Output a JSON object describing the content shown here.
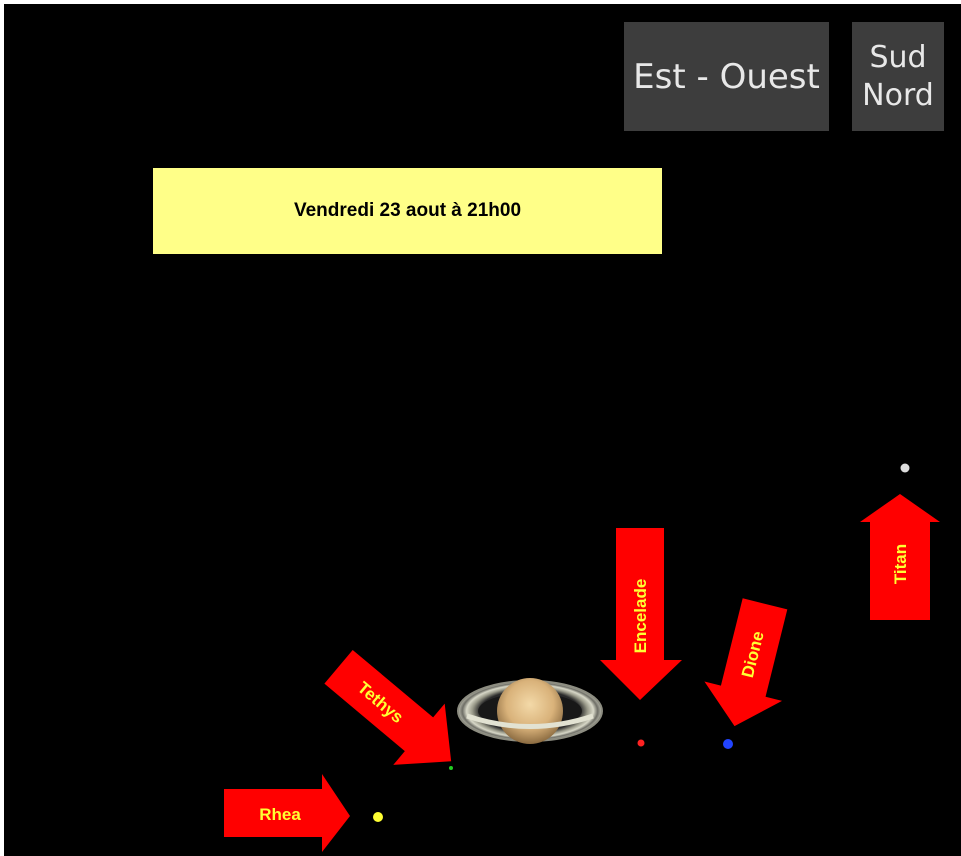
{
  "header": {
    "btn_east_west": "Est - Ouest",
    "btn_south": "Sud",
    "btn_north": "Nord"
  },
  "banner": {
    "date_text": "Vendredi 23 aout à 21h00"
  },
  "moons": {
    "rhea": "Rhea",
    "tethys": "Tethys",
    "enceladus": "Encelade",
    "dione": "Dione",
    "titan": "Titan"
  },
  "colors": {
    "arrow": "#ff0000",
    "label": "#ffff33",
    "rhea_dot": "#ffff33",
    "tethys_dot": "#22cc22",
    "encelade_dot": "#ff2222",
    "dione_dot": "#2244ff",
    "titan_dot": "#dddddd"
  }
}
